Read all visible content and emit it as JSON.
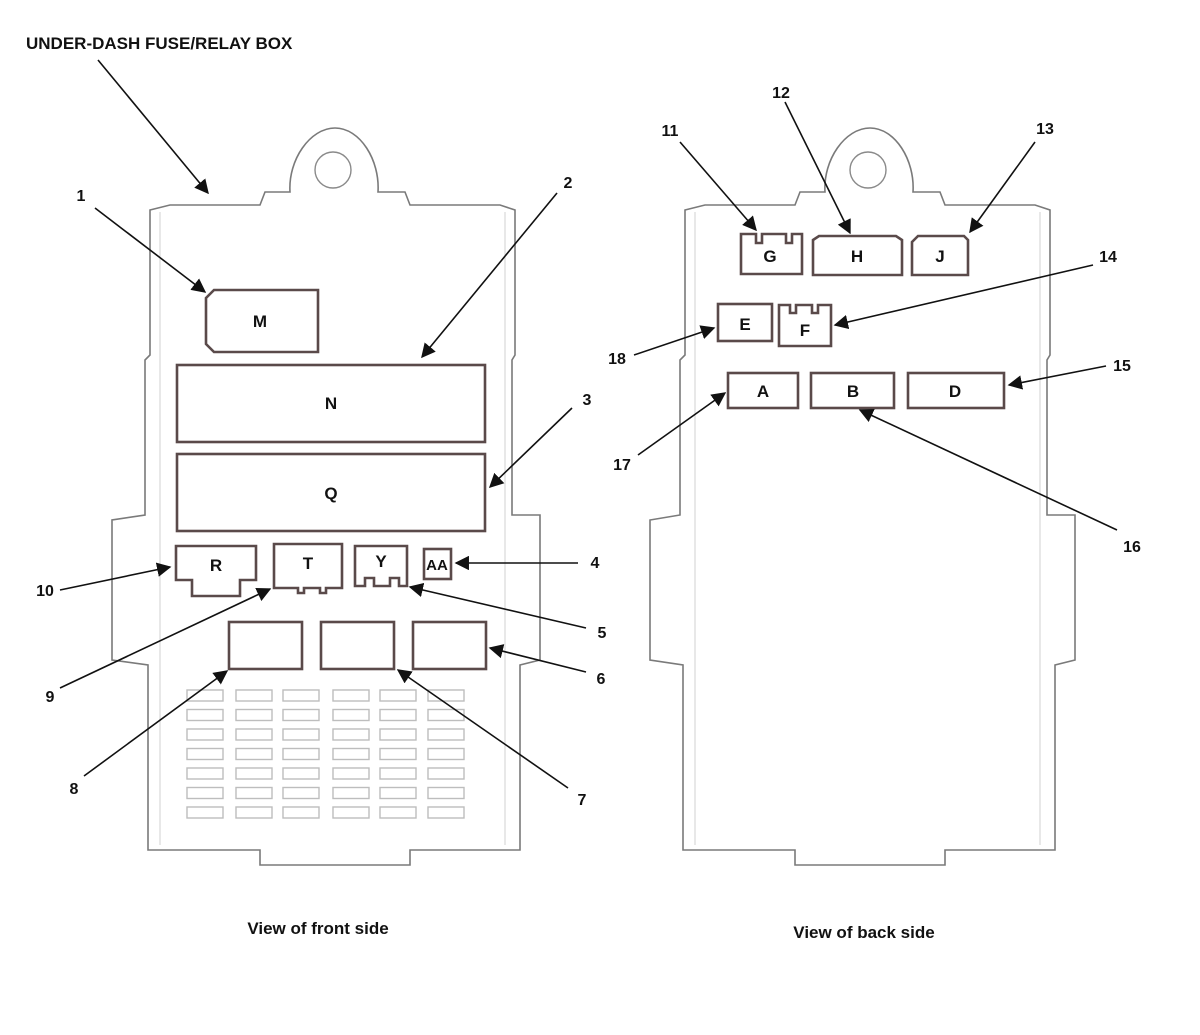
{
  "title": "UNDER-DASH FUSE/RELAY BOX",
  "views": {
    "front": {
      "caption": "View of front side"
    },
    "back": {
      "caption": "View of back side"
    }
  },
  "front_connectors": {
    "M": "M",
    "N": "N",
    "Q": "Q",
    "R": "R",
    "T": "T",
    "Y": "Y",
    "AA": "AA"
  },
  "back_connectors": {
    "G": "G",
    "H": "H",
    "J": "J",
    "E": "E",
    "F": "F",
    "A": "A",
    "B": "B",
    "D": "D"
  },
  "callouts": {
    "c1": "1",
    "c2": "2",
    "c3": "3",
    "c4": "4",
    "c5": "5",
    "c6": "6",
    "c7": "7",
    "c8": "8",
    "c9": "9",
    "c10": "10",
    "c11": "11",
    "c12": "12",
    "c13": "13",
    "c14": "14",
    "c15": "15",
    "c16": "16",
    "c17": "17",
    "c18": "18"
  }
}
